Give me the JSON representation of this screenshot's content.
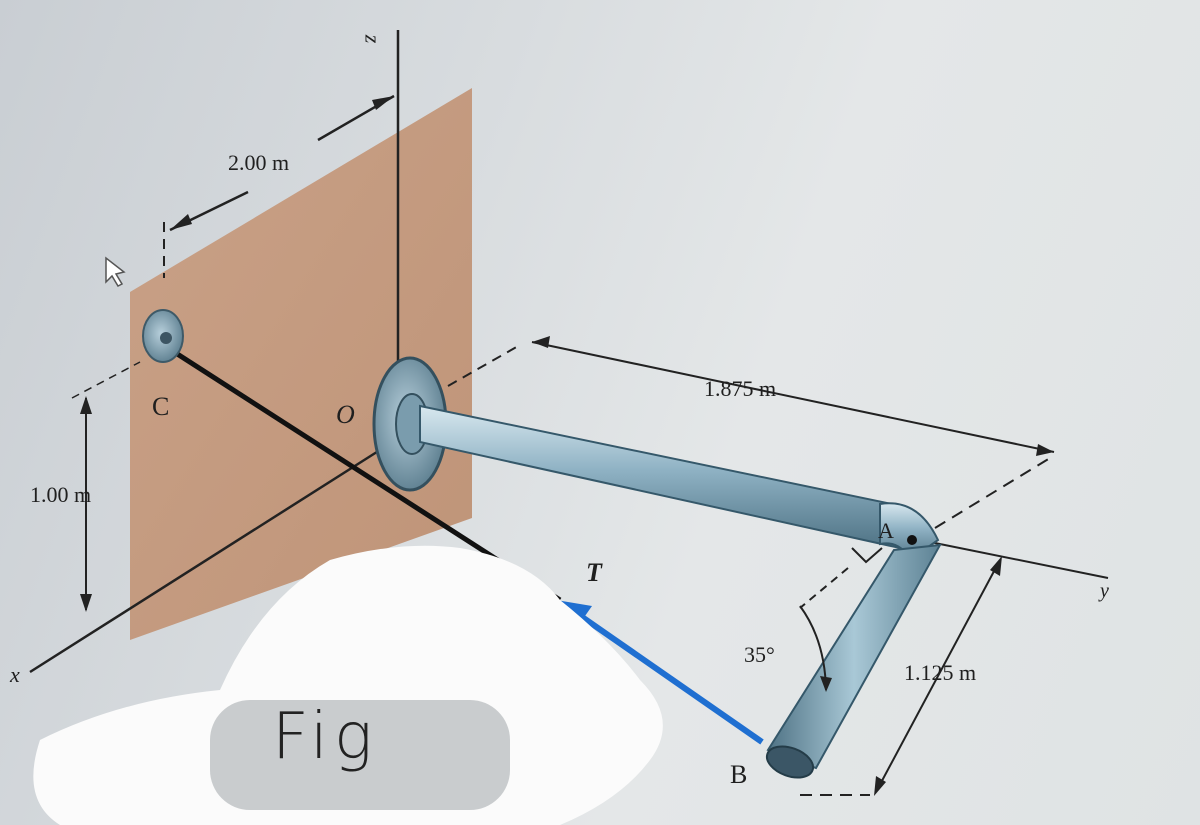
{
  "labels": {
    "axis_z": "z",
    "axis_x": "x",
    "axis_y": "y",
    "dim_co": "2.00 m",
    "dim_c_height": "1.00 m",
    "dim_oa": "1.875 m",
    "dim_ab": "1.125 m",
    "angle": "35°",
    "point_c": "C",
    "point_o": "O",
    "point_a": "A",
    "point_b": "B",
    "force": "T",
    "handwritten": "Fig"
  },
  "colors": {
    "wall": "#c49a7e",
    "pipe": "#8fb2c4",
    "tension_arrow": "#1f6fd1",
    "cable": "#111111"
  },
  "icons": [
    "cursor-arrow-icon"
  ]
}
